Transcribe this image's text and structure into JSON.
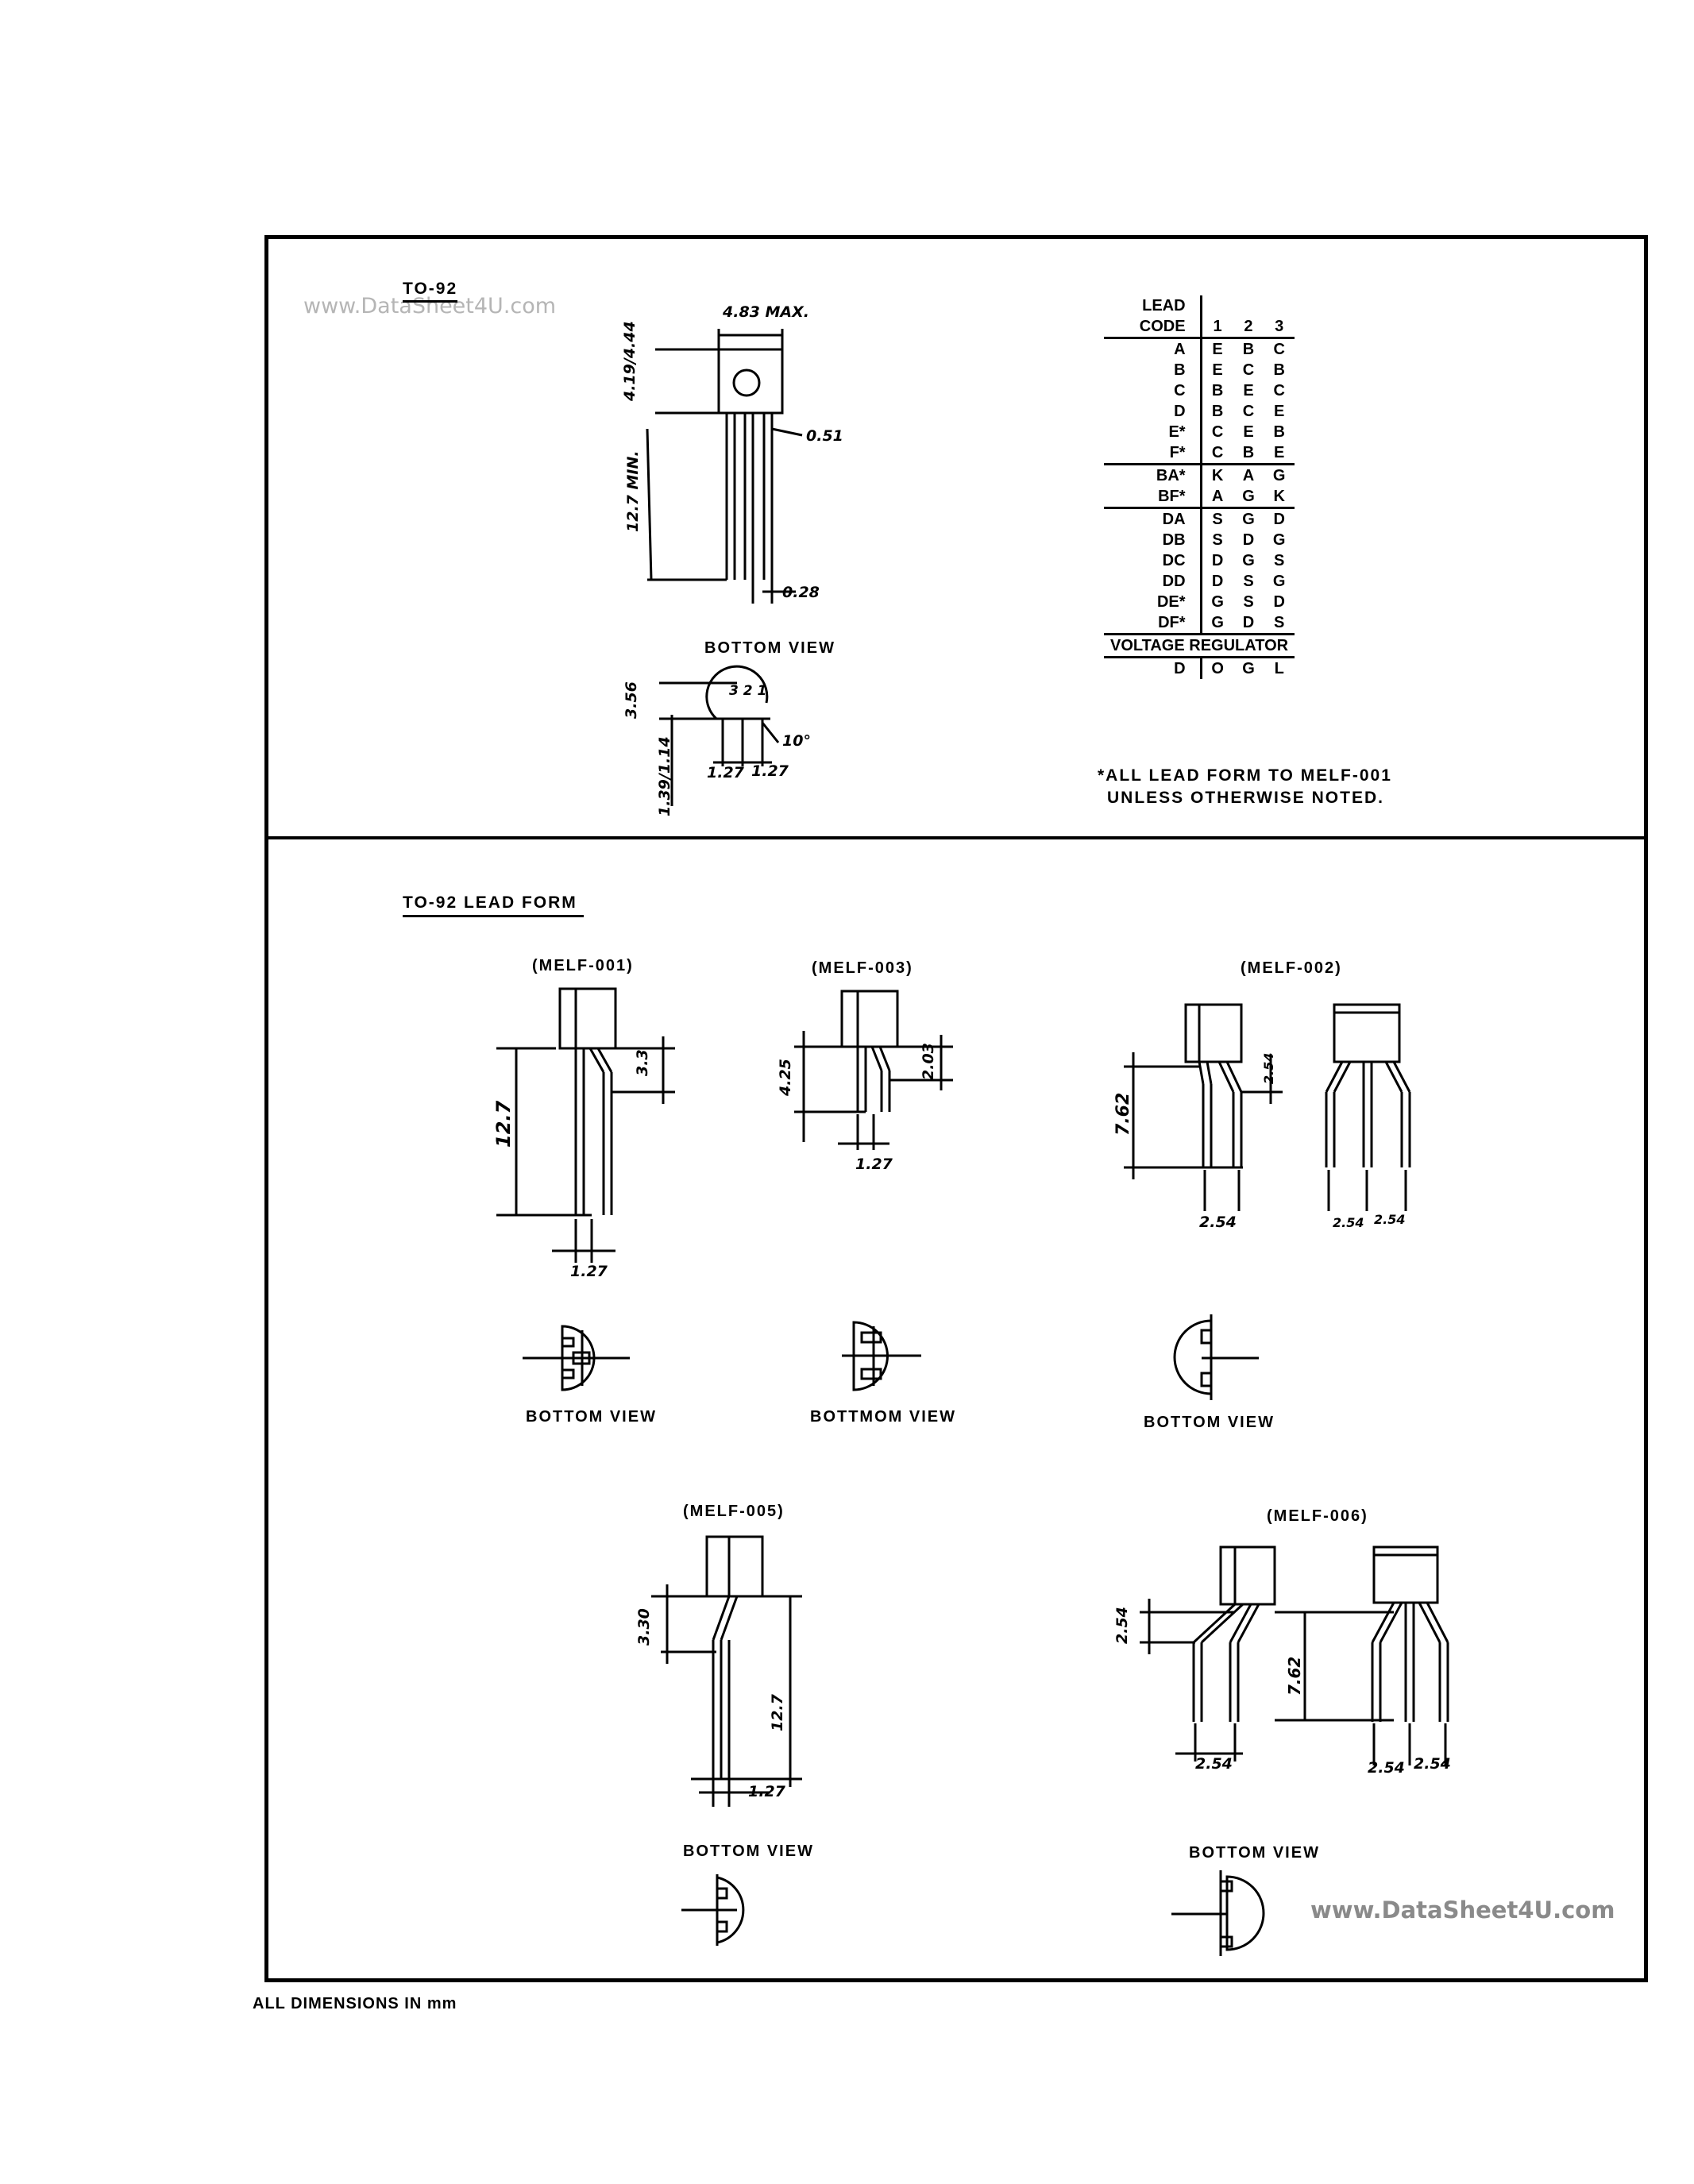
{
  "watermark_top": "www.DataSheet4U.com",
  "watermark_bottom": "www.DataSheet4U.com",
  "to92": {
    "title": "TO-92",
    "dims": {
      "width_max": "4.83 MAX.",
      "height": "4.19/4.44",
      "lead_length": "12.7 MIN.",
      "lead_width": "0.51",
      "lead_thickness": "0.28",
      "bottom_depth": "3.56",
      "bottom_width": "1.39/1.14",
      "pitch_left": "1.27",
      "pitch_right": "1.27",
      "angle": "10°"
    },
    "pin_numbers": "3 2 1",
    "bottom_view_label": "BOTTOM VIEW"
  },
  "lead_table": {
    "header_top": "LEAD",
    "header_code": "CODE",
    "columns": [
      "1",
      "2",
      "3"
    ],
    "group1": [
      {
        "code": "A",
        "p1": "E",
        "p2": "B",
        "p3": "C"
      },
      {
        "code": "B",
        "p1": "E",
        "p2": "C",
        "p3": "B"
      },
      {
        "code": "C",
        "p1": "B",
        "p2": "E",
        "p3": "C"
      },
      {
        "code": "D",
        "p1": "B",
        "p2": "C",
        "p3": "E"
      },
      {
        "code": "E*",
        "p1": "C",
        "p2": "E",
        "p3": "B"
      },
      {
        "code": "F*",
        "p1": "C",
        "p2": "B",
        "p3": "E"
      }
    ],
    "group2": [
      {
        "code": "BA*",
        "p1": "K",
        "p2": "A",
        "p3": "G"
      },
      {
        "code": "BF*",
        "p1": "A",
        "p2": "G",
        "p3": "K"
      }
    ],
    "group3": [
      {
        "code": "DA",
        "p1": "S",
        "p2": "G",
        "p3": "D"
      },
      {
        "code": "DB",
        "p1": "S",
        "p2": "D",
        "p3": "G"
      },
      {
        "code": "DC",
        "p1": "D",
        "p2": "G",
        "p3": "S"
      },
      {
        "code": "DD",
        "p1": "D",
        "p2": "S",
        "p3": "G"
      },
      {
        "code": "DE*",
        "p1": "G",
        "p2": "S",
        "p3": "D"
      },
      {
        "code": "DF*",
        "p1": "G",
        "p2": "D",
        "p3": "S"
      }
    ],
    "voltage_regulator": "VOLTAGE REGULATOR",
    "vr_row": {
      "code": "D",
      "p1": "O",
      "p2": "G",
      "p3": "L"
    },
    "note_line1": "*ALL LEAD FORM TO MELF-001",
    "note_line2": "UNLESS OTHERWISE NOTED."
  },
  "lead_form": {
    "title": "TO-92 LEAD FORM",
    "melf001": {
      "label": "(MELF-001)",
      "dim_a": "3.3",
      "dim_b": "12.7",
      "dim_c": "1.27",
      "bottom": "BOTTOM VIEW"
    },
    "melf003": {
      "label": "(MELF-003)",
      "dim_a": "4.25",
      "dim_b": "2.03",
      "dim_c": "1.27",
      "bottom": "BOTTMOM VIEW"
    },
    "melf002": {
      "label": "(MELF-002)",
      "dim_a": "7.62",
      "dim_b": "2.54",
      "dim_c": "2.54",
      "dim_d": "2.54",
      "dim_e": "2.54",
      "bottom": "BOTTOM VIEW"
    },
    "melf005": {
      "label": "(MELF-005)",
      "dim_a": "3.30",
      "dim_b": "12.7",
      "dim_c": "1.27",
      "bottom": "BOTTOM VIEW"
    },
    "melf006": {
      "label": "(MELF-006)",
      "dim_a": "2.54",
      "dim_b": "7.62",
      "dim_c": "2.54",
      "dim_d": "2.54",
      "dim_e": "2.54",
      "bottom": "BOTTOM VIEW"
    }
  },
  "footer": "ALL DIMENSIONS IN mm"
}
